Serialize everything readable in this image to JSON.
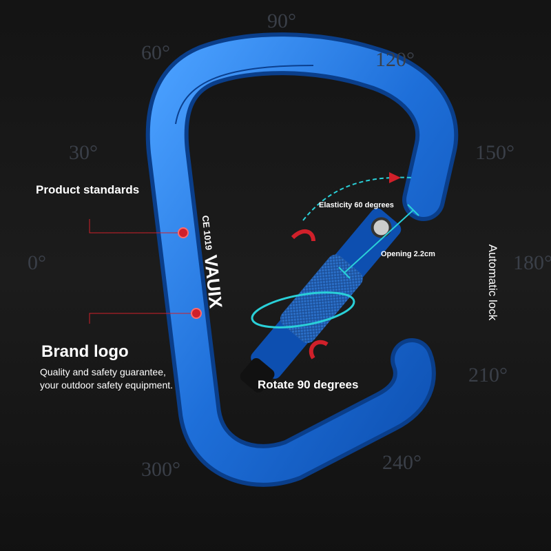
{
  "background": {
    "dial_labels": [
      "90°",
      "60°",
      "120°",
      "30°",
      "150°",
      "0°",
      "180°",
      "210°",
      "300°",
      "240°"
    ]
  },
  "product": {
    "logo_text": "VAUIX",
    "cert_text": "CE 1019",
    "color": "#1e6fd9"
  },
  "annotations": {
    "product_standards": "Product standards",
    "brand_logo": "Brand logo",
    "brand_desc_line1": "Quality and safety guarantee,",
    "brand_desc_line2": "your outdoor safety equipment.",
    "rotate": "Rotate 90 degrees",
    "elasticity": "Elasticity 60 degrees",
    "opening": "Opening 2.2cm",
    "automatic_lock": "Automatic lock"
  },
  "colors": {
    "accent_red": "#d0202a",
    "accent_cyan": "#2ad0d8"
  }
}
